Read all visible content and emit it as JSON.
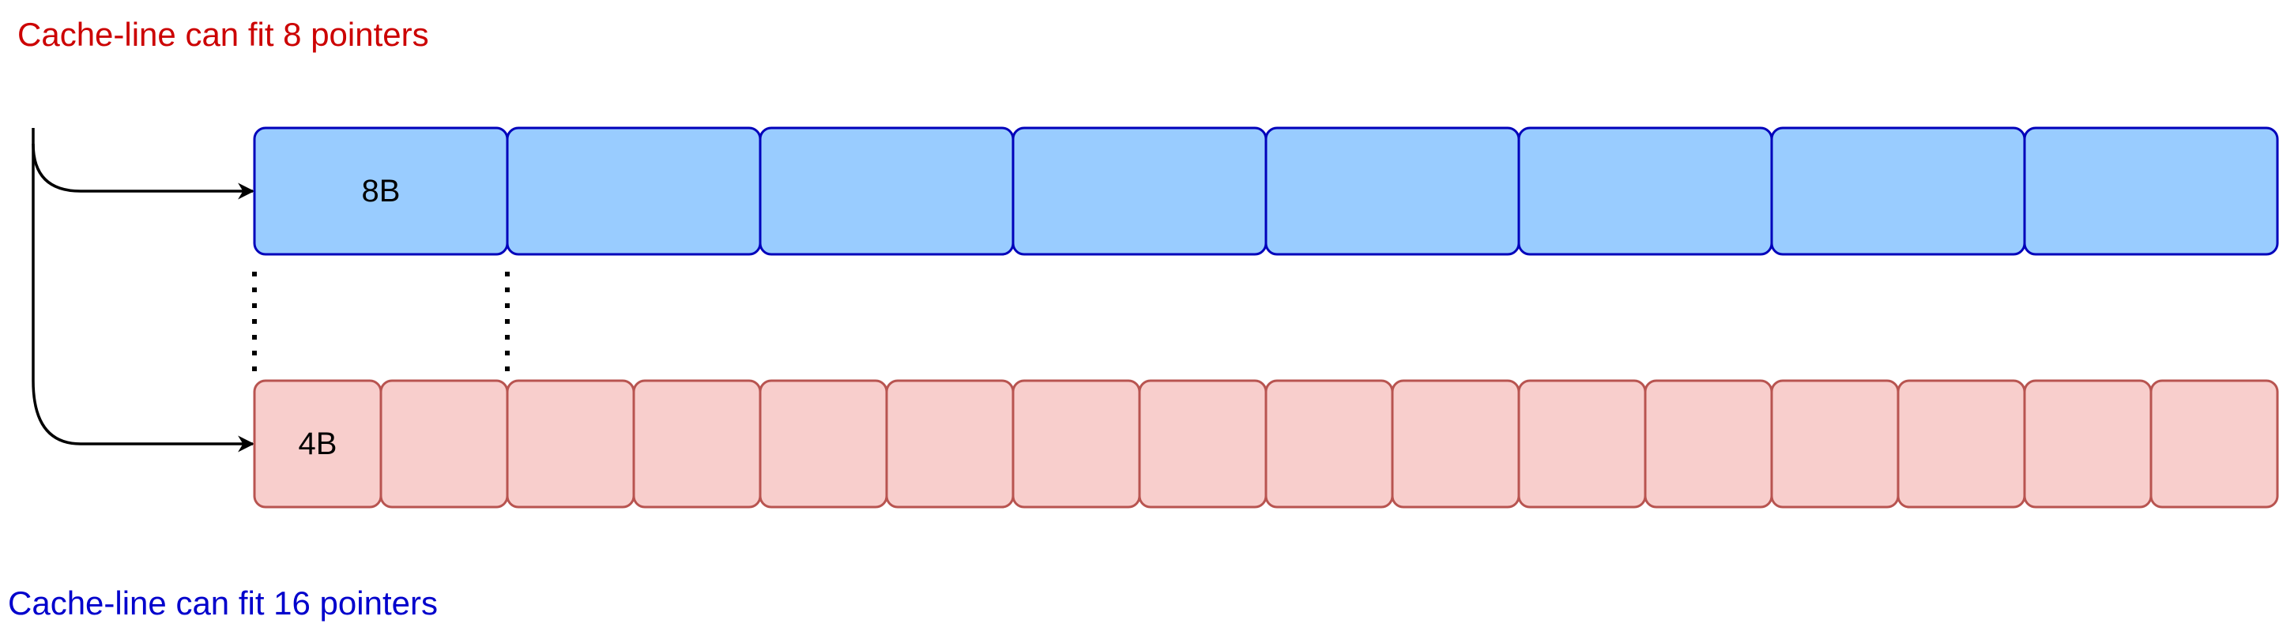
{
  "captions": {
    "top": "Cache-line can fit 8 pointers",
    "bottom": "Cache-line can fit 16 pointers"
  },
  "rows": {
    "pointer8": {
      "cell_count": 8,
      "first_label": "8B",
      "fill": "#99ccff",
      "stroke": "#0000bb"
    },
    "pointer4": {
      "cell_count": 16,
      "first_label": "4B",
      "fill": "#f8cecc",
      "stroke": "#b85450"
    }
  },
  "colors": {
    "caption_top": "#cc0000",
    "caption_bottom": "#0000cc",
    "connector": "#000000"
  }
}
